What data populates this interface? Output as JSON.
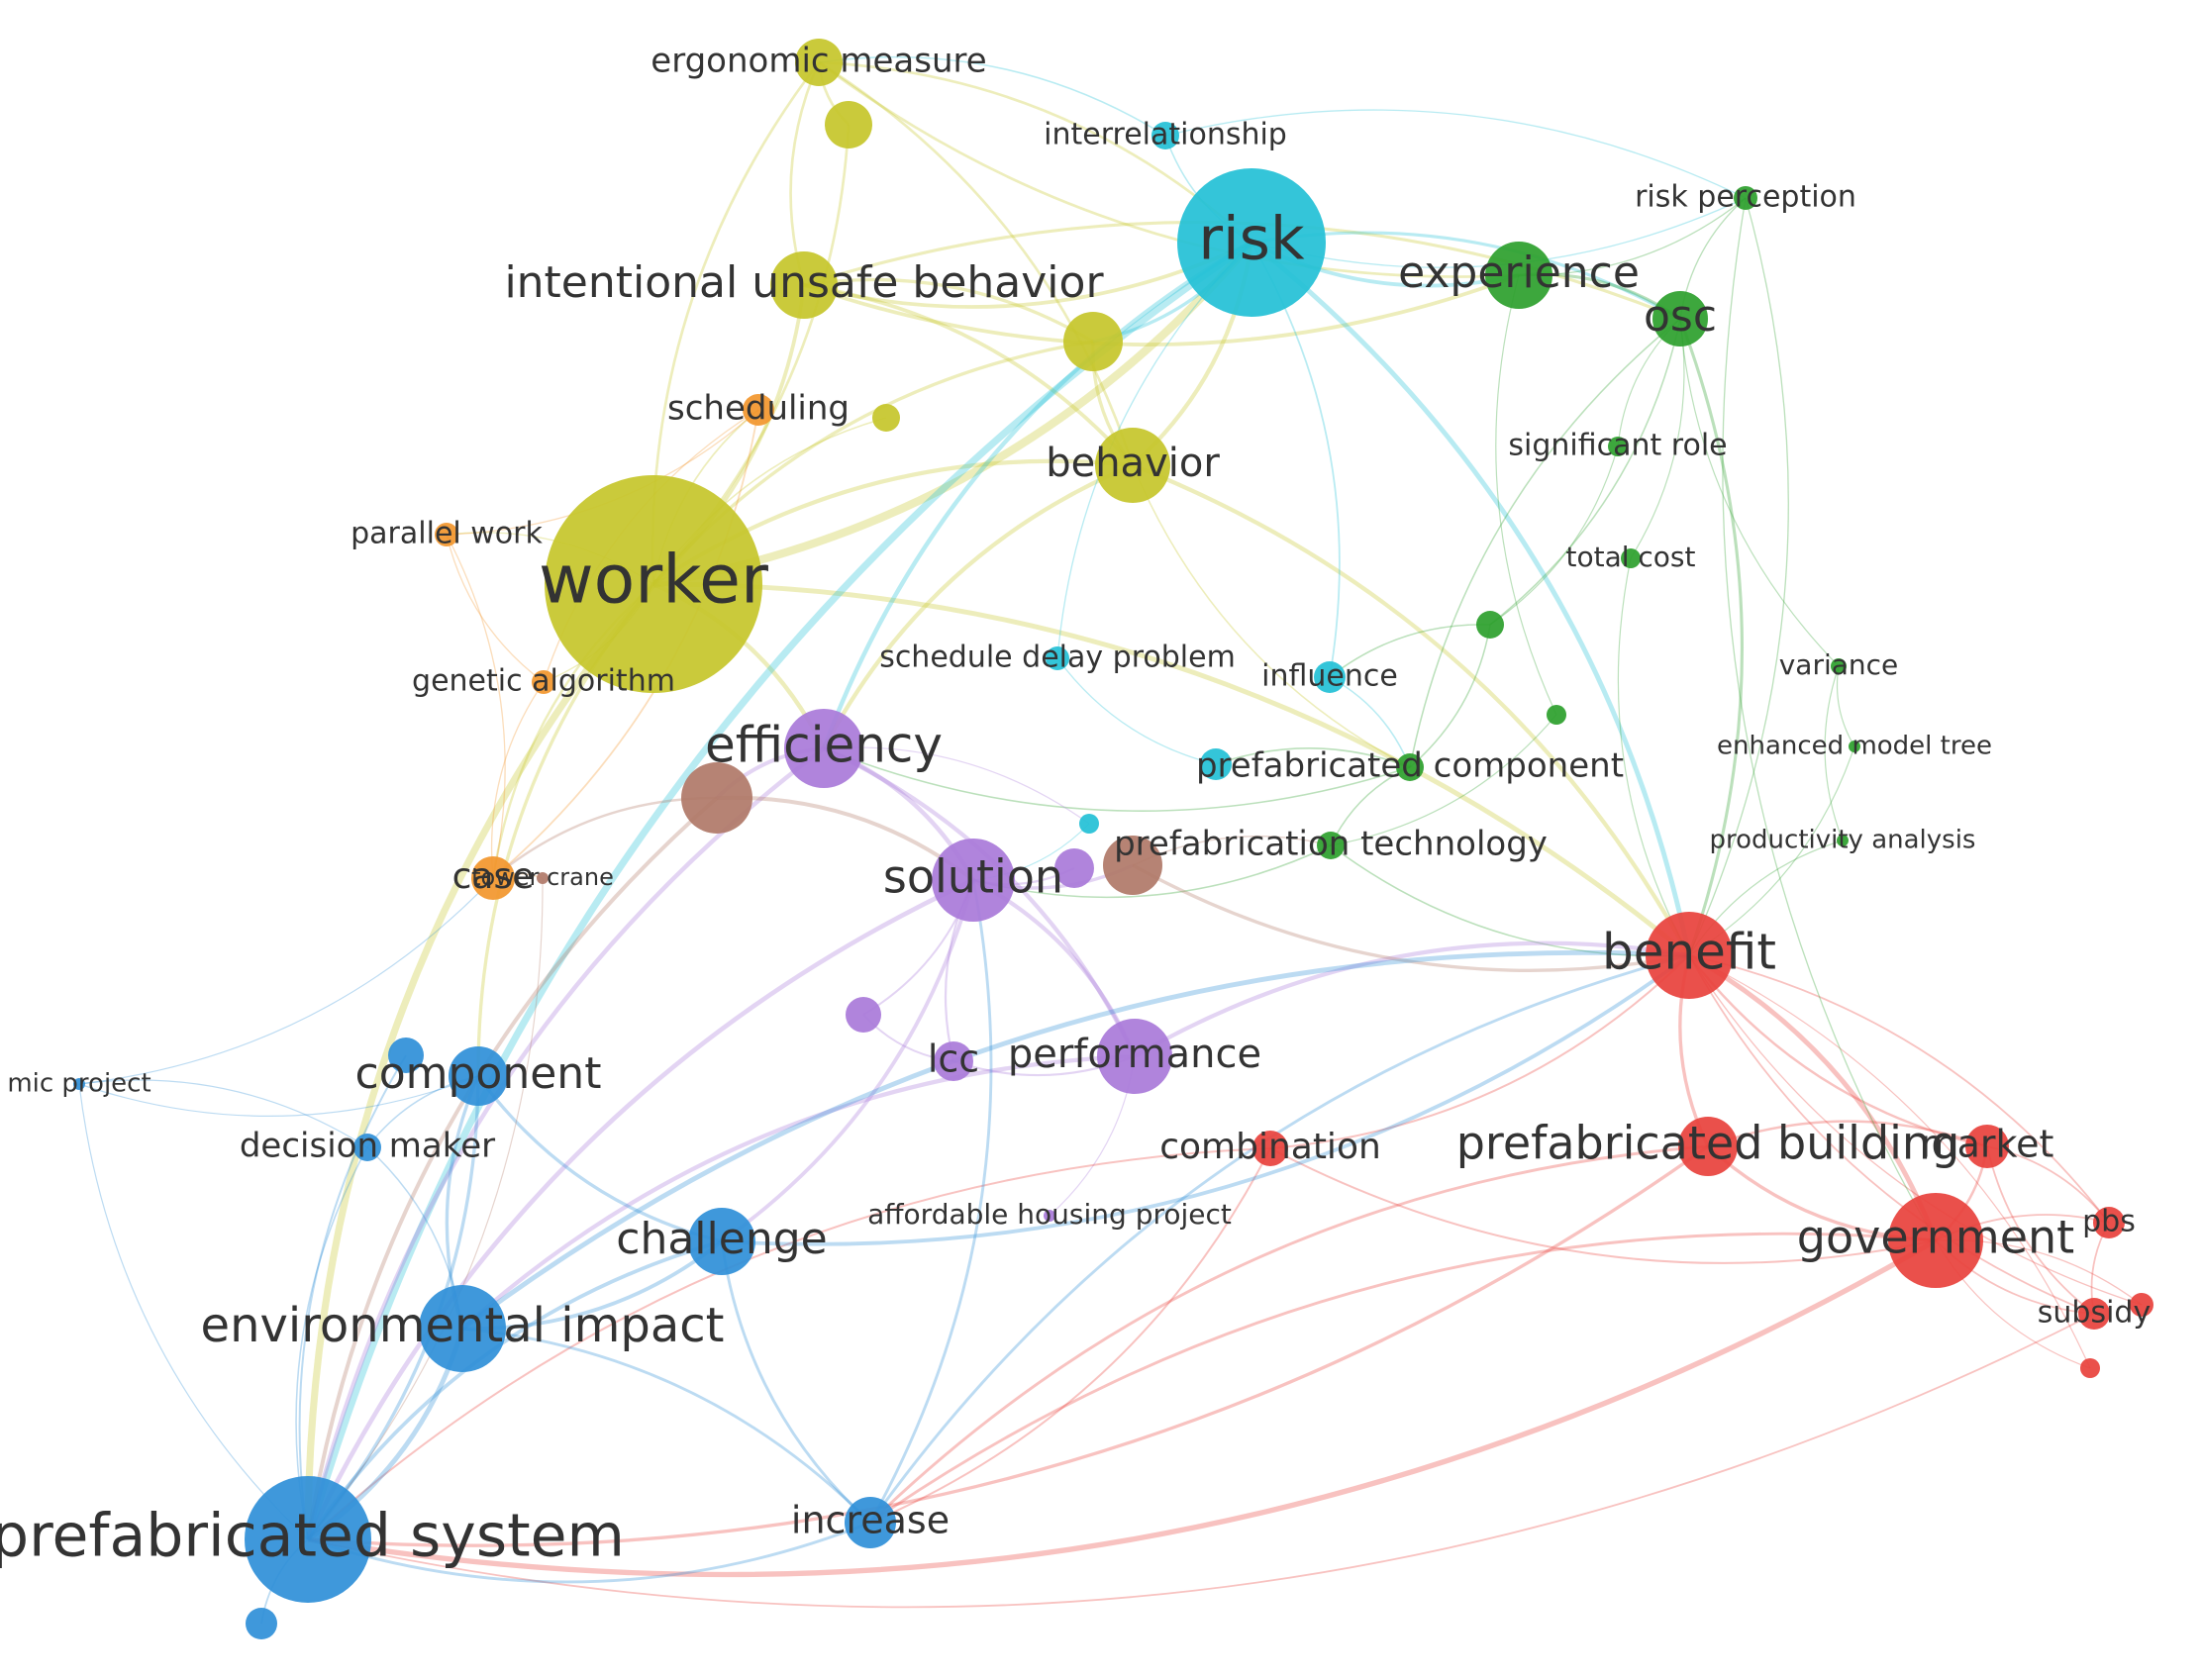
{
  "clusters": {
    "red": "#e8413c",
    "green": "#2ca02c",
    "blue": "#2f8fd8",
    "yellow": "#c6c62a",
    "purple": "#a97ad9",
    "cyan": "#23c0d6",
    "orange": "#f2962c",
    "brown": "#b07868"
  },
  "nodes": [
    {
      "id": "worker",
      "label": "worker",
      "cluster": "yellow"
    },
    {
      "id": "ergonomic",
      "label": "ergonomic measure",
      "cluster": "yellow"
    },
    {
      "id": "intentional",
      "label": "intentional unsafe behavior",
      "cluster": "yellow"
    },
    {
      "id": "behavior",
      "label": "behavior",
      "cluster": "yellow"
    },
    {
      "id": "yellow_a",
      "label": "",
      "cluster": "yellow"
    },
    {
      "id": "yellow_b",
      "label": "",
      "cluster": "yellow"
    },
    {
      "id": "yellow_c",
      "label": "",
      "cluster": "yellow"
    },
    {
      "id": "risk",
      "label": "risk",
      "cluster": "cyan"
    },
    {
      "id": "interrelationship",
      "label": "interrelationship",
      "cluster": "cyan"
    },
    {
      "id": "schedule_delay",
      "label": "schedule delay problem",
      "cluster": "cyan"
    },
    {
      "id": "influence",
      "label": "influence",
      "cluster": "cyan"
    },
    {
      "id": "cyan_a",
      "label": "",
      "cluster": "cyan"
    },
    {
      "id": "cyan_b",
      "label": "",
      "cluster": "cyan"
    },
    {
      "id": "experience",
      "label": "experience",
      "cluster": "green"
    },
    {
      "id": "osc",
      "label": "osc",
      "cluster": "green"
    },
    {
      "id": "risk_perception",
      "label": "risk perception",
      "cluster": "green"
    },
    {
      "id": "significant_role",
      "label": "significant role",
      "cluster": "green"
    },
    {
      "id": "total_cost",
      "label": "total cost",
      "cluster": "green"
    },
    {
      "id": "variance",
      "label": "variance",
      "cluster": "green"
    },
    {
      "id": "enhanced_model_tree",
      "label": "enhanced model tree",
      "cluster": "green"
    },
    {
      "id": "productivity_analysis",
      "label": "productivity analysis",
      "cluster": "green"
    },
    {
      "id": "prefab_component",
      "label": "prefabricated component",
      "cluster": "green"
    },
    {
      "id": "prefab_technology",
      "label": "prefabrication technology",
      "cluster": "green"
    },
    {
      "id": "green_a",
      "label": "",
      "cluster": "green"
    },
    {
      "id": "green_b",
      "label": "",
      "cluster": "green"
    },
    {
      "id": "scheduling",
      "label": "scheduling",
      "cluster": "orange"
    },
    {
      "id": "parallel_work",
      "label": "parallel work",
      "cluster": "orange"
    },
    {
      "id": "genetic_algorithm",
      "label": "genetic algorithm",
      "cluster": "orange"
    },
    {
      "id": "case",
      "label": "case",
      "cluster": "orange"
    },
    {
      "id": "efficiency",
      "label": "efficiency",
      "cluster": "purple"
    },
    {
      "id": "solution",
      "label": "solution",
      "cluster": "purple"
    },
    {
      "id": "lcc",
      "label": "lcc",
      "cluster": "purple"
    },
    {
      "id": "performance",
      "label": "performance",
      "cluster": "purple"
    },
    {
      "id": "affordable_housing",
      "label": "affordable housing project",
      "cluster": "purple"
    },
    {
      "id": "purple_a",
      "label": "",
      "cluster": "purple"
    },
    {
      "id": "purple_b",
      "label": "",
      "cluster": "purple"
    },
    {
      "id": "brown_a",
      "label": "",
      "cluster": "brown"
    },
    {
      "id": "brown_b",
      "label": "",
      "cluster": "brown"
    },
    {
      "id": "tower_crane",
      "label": "tower crane",
      "cluster": "brown"
    },
    {
      "id": "benefit",
      "label": "benefit",
      "cluster": "red"
    },
    {
      "id": "prefab_building",
      "label": "prefabricated building",
      "cluster": "red"
    },
    {
      "id": "market",
      "label": "market",
      "cluster": "red"
    },
    {
      "id": "government",
      "label": "government",
      "cluster": "red"
    },
    {
      "id": "pbs",
      "label": "pbs",
      "cluster": "red"
    },
    {
      "id": "subsidy",
      "label": "subsidy",
      "cluster": "red"
    },
    {
      "id": "combination",
      "label": "combination",
      "cluster": "red"
    },
    {
      "id": "red_a",
      "label": "",
      "cluster": "red"
    },
    {
      "id": "red_b",
      "label": "",
      "cluster": "red"
    },
    {
      "id": "prefab_system",
      "label": "prefabricated system",
      "cluster": "blue"
    },
    {
      "id": "environmental_impact",
      "label": "environmental impact",
      "cluster": "blue"
    },
    {
      "id": "challenge",
      "label": "challenge",
      "cluster": "blue"
    },
    {
      "id": "component",
      "label": "component",
      "cluster": "blue"
    },
    {
      "id": "decision_maker",
      "label": "decision maker",
      "cluster": "blue"
    },
    {
      "id": "increase",
      "label": "increase",
      "cluster": "blue"
    },
    {
      "id": "mic_project",
      "label": "mic project",
      "cluster": "blue"
    },
    {
      "id": "blue_a",
      "label": "",
      "cluster": "blue"
    },
    {
      "id": "blue_b",
      "label": "",
      "cluster": "blue"
    }
  ],
  "edges": [
    [
      "worker",
      "ergonomic"
    ],
    [
      "worker",
      "intentional"
    ],
    [
      "worker",
      "behavior"
    ],
    [
      "worker",
      "risk"
    ],
    [
      "worker",
      "scheduling"
    ],
    [
      "worker",
      "parallel_work"
    ],
    [
      "worker",
      "genetic_algorithm"
    ],
    [
      "worker",
      "case"
    ],
    [
      "worker",
      "efficiency"
    ],
    [
      "worker",
      "prefab_system"
    ],
    [
      "worker",
      "yellow_a"
    ],
    [
      "worker",
      "yellow_b"
    ],
    [
      "worker",
      "yellow_c"
    ],
    [
      "worker",
      "component"
    ],
    [
      "worker",
      "benefit"
    ],
    [
      "ergonomic",
      "intentional"
    ],
    [
      "ergonomic",
      "risk"
    ],
    [
      "ergonomic",
      "yellow_b"
    ],
    [
      "ergonomic",
      "behavior"
    ],
    [
      "ergonomic",
      "experience"
    ],
    [
      "intentional",
      "behavior"
    ],
    [
      "intentional",
      "risk"
    ],
    [
      "intentional",
      "yellow_a"
    ],
    [
      "intentional",
      "experience"
    ],
    [
      "intentional",
      "osc"
    ],
    [
      "behavior",
      "risk"
    ],
    [
      "behavior",
      "yellow_a"
    ],
    [
      "behavior",
      "efficiency"
    ],
    [
      "behavior",
      "benefit"
    ],
    [
      "behavior",
      "prefab_component"
    ],
    [
      "risk",
      "interrelationship"
    ],
    [
      "risk",
      "experience"
    ],
    [
      "risk",
      "osc"
    ],
    [
      "risk",
      "risk_perception"
    ],
    [
      "risk",
      "influence"
    ],
    [
      "risk",
      "schedule_delay"
    ],
    [
      "risk",
      "benefit"
    ],
    [
      "risk",
      "prefab_system"
    ],
    [
      "risk",
      "yellow_a"
    ],
    [
      "risk",
      "efficiency"
    ],
    [
      "experience",
      "osc"
    ],
    [
      "experience",
      "risk_perception"
    ],
    [
      "osc",
      "risk_perception"
    ],
    [
      "osc",
      "significant_role"
    ],
    [
      "osc",
      "green_a"
    ],
    [
      "osc",
      "prefab_component"
    ],
    [
      "osc",
      "benefit"
    ],
    [
      "osc",
      "variance"
    ],
    [
      "osc",
      "total_cost"
    ],
    [
      "experience",
      "green_b"
    ],
    [
      "green_a",
      "prefab_component"
    ],
    [
      "green_a",
      "influence"
    ],
    [
      "green_b",
      "prefab_technology"
    ],
    [
      "prefab_component",
      "prefab_technology"
    ],
    [
      "prefab_technology",
      "solution"
    ],
    [
      "prefab_technology",
      "benefit"
    ],
    [
      "prefab_component",
      "efficiency"
    ],
    [
      "prefab_component",
      "cyan_a"
    ],
    [
      "efficiency",
      "solution"
    ],
    [
      "efficiency",
      "brown_a"
    ],
    [
      "efficiency",
      "cyan_b"
    ],
    [
      "efficiency",
      "prefab_system"
    ],
    [
      "efficiency",
      "performance"
    ],
    [
      "solution",
      "lcc"
    ],
    [
      "solution",
      "performance"
    ],
    [
      "solution",
      "purple_a"
    ],
    [
      "solution",
      "purple_b"
    ],
    [
      "solution",
      "brown_b"
    ],
    [
      "solution",
      "challenge"
    ],
    [
      "solution",
      "prefab_system"
    ],
    [
      "lcc",
      "purple_b"
    ],
    [
      "lcc",
      "performance"
    ],
    [
      "performance",
      "affordable_housing"
    ],
    [
      "performance",
      "environmental_impact"
    ],
    [
      "performance",
      "benefit"
    ],
    [
      "brown_a",
      "case"
    ],
    [
      "brown_a",
      "solution"
    ],
    [
      "brown_a",
      "prefab_system"
    ],
    [
      "brown_b",
      "prefab_technology"
    ],
    [
      "brown_b",
      "benefit"
    ],
    [
      "case",
      "genetic_algorithm"
    ],
    [
      "case",
      "parallel_work"
    ],
    [
      "case",
      "tower_crane"
    ],
    [
      "parallel_work",
      "genetic_algorithm"
    ],
    [
      "scheduling",
      "parallel_work"
    ],
    [
      "scheduling",
      "genetic_algorithm"
    ],
    [
      "scheduling",
      "case"
    ],
    [
      "benefit",
      "prefab_building"
    ],
    [
      "benefit",
      "government"
    ],
    [
      "benefit",
      "market"
    ],
    [
      "benefit",
      "combination"
    ],
    [
      "benefit",
      "subsidy"
    ],
    [
      "benefit",
      "pbs"
    ],
    [
      "benefit",
      "red_a"
    ],
    [
      "benefit",
      "red_b"
    ],
    [
      "prefab_building",
      "government"
    ],
    [
      "prefab_building",
      "market"
    ],
    [
      "government",
      "market"
    ],
    [
      "government",
      "pbs"
    ],
    [
      "government",
      "subsidy"
    ],
    [
      "government",
      "red_a"
    ],
    [
      "government",
      "red_b"
    ],
    [
      "market",
      "pbs"
    ],
    [
      "market",
      "subsidy"
    ],
    [
      "subsidy",
      "pbs"
    ],
    [
      "combination",
      "prefab_system"
    ],
    [
      "combination",
      "increase"
    ],
    [
      "combination",
      "government"
    ],
    [
      "prefab_building",
      "prefab_system"
    ],
    [
      "prefab_building",
      "increase"
    ],
    [
      "government",
      "prefab_system"
    ],
    [
      "government",
      "increase"
    ],
    [
      "subsidy",
      "prefab_system"
    ],
    [
      "prefab_system",
      "environmental_impact"
    ],
    [
      "prefab_system",
      "challenge"
    ],
    [
      "prefab_system",
      "component"
    ],
    [
      "prefab_system",
      "decision_maker"
    ],
    [
      "prefab_system",
      "increase"
    ],
    [
      "prefab_system",
      "mic_project"
    ],
    [
      "prefab_system",
      "blue_a"
    ],
    [
      "prefab_system",
      "blue_b"
    ],
    [
      "environmental_impact",
      "challenge"
    ],
    [
      "environmental_impact",
      "component"
    ],
    [
      "environmental_impact",
      "decision_maker"
    ],
    [
      "environmental_impact",
      "increase"
    ],
    [
      "challenge",
      "increase"
    ],
    [
      "challenge",
      "component"
    ],
    [
      "component",
      "decision_maker"
    ],
    [
      "component",
      "mic_project"
    ],
    [
      "decision_maker",
      "mic_project"
    ],
    [
      "increase",
      "benefit"
    ],
    [
      "increase",
      "solution"
    ],
    [
      "interrelationship",
      "risk_perception"
    ],
    [
      "interrelationship",
      "ergonomic"
    ],
    [
      "influence",
      "prefab_component"
    ],
    [
      "schedule_delay",
      "cyan_a"
    ],
    [
      "cyan_b",
      "solution"
    ],
    [
      "variance",
      "productivity_analysis"
    ],
    [
      "enhanced_model_tree",
      "variance"
    ],
    [
      "productivity_analysis",
      "benefit"
    ],
    [
      "enhanced_model_tree",
      "benefit"
    ],
    [
      "total_cost",
      "benefit"
    ],
    [
      "significant_role",
      "green_a"
    ],
    [
      "risk_perception",
      "government"
    ],
    [
      "risk_perception",
      "benefit"
    ],
    [
      "challenge",
      "benefit"
    ],
    [
      "environmental_impact",
      "benefit"
    ],
    [
      "mic_project",
      "case"
    ],
    [
      "tower_crane",
      "prefab_system"
    ]
  ]
}
